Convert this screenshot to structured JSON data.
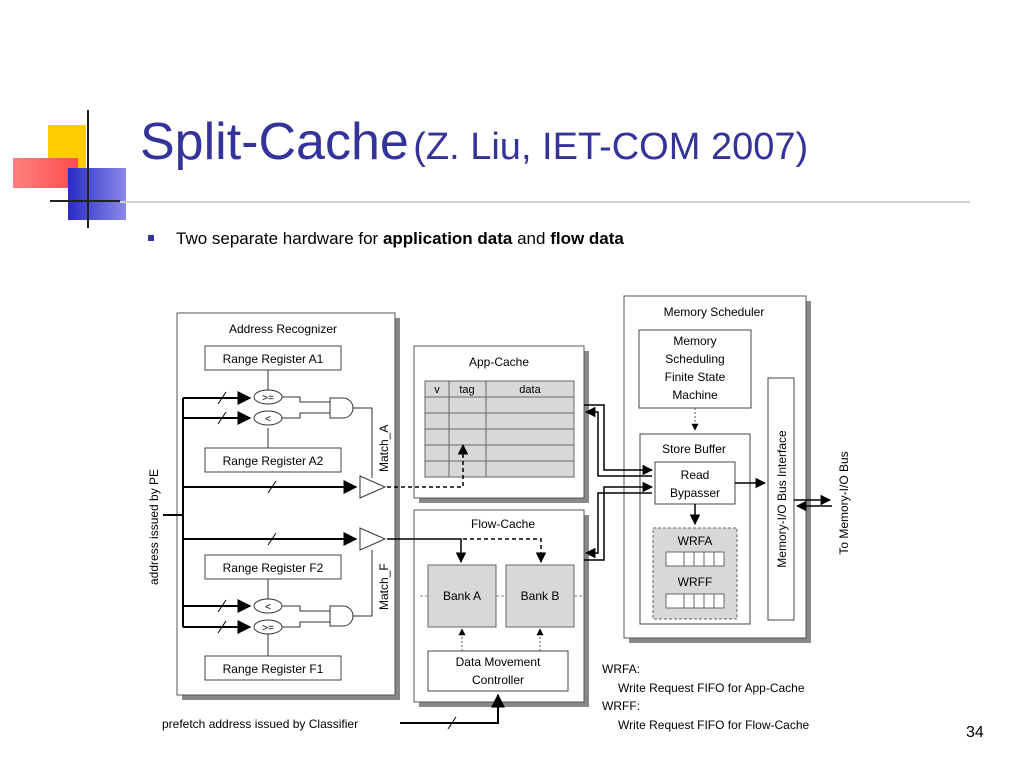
{
  "slide": {
    "title": "Split-Cache",
    "title_sub": "(Z. Liu, IET-COM 2007)",
    "bullet": {
      "prefix": "Two separate hardware for ",
      "bold1": "application data",
      "middle": " and ",
      "bold2": "flow data"
    },
    "page_number": "34"
  },
  "diagram": {
    "address_recognizer": "Address Recognizer",
    "range_a1": "Range Register A1",
    "range_a2": "Range Register A2",
    "range_f2": "Range Register F2",
    "range_f1": "Range Register F1",
    "cmp_ge": ">=",
    "cmp_lt": "<",
    "match_a": "Match_A",
    "match_f": "Match_F",
    "address_pe": "address issued by PE",
    "app_cache": "App-Cache",
    "col_v": "v",
    "col_tag": "tag",
    "col_data": "data",
    "flow_cache": "Flow-Cache",
    "bank_a": "Bank A",
    "bank_b": "Bank B",
    "dmc_line1": "Data Movement",
    "dmc_line2": "Controller",
    "memory_scheduler": "Memory Scheduler",
    "msfsm": [
      "Memory",
      "Scheduling",
      "Finite State",
      "Machine"
    ],
    "store_buffer": "Store Buffer",
    "read_bypasser": [
      "Read",
      "Bypasser"
    ],
    "wrfa": "WRFA",
    "wrff": "WRFF",
    "bus_interface": "Memory-I/O Bus Interface",
    "to_bus": "To Memory-I/O Bus",
    "prefetch": "prefetch address issued by Classifier",
    "legend_wrfa": "WRFA:",
    "legend_wrfa_desc": "Write Request FIFO for App-Cache",
    "legend_wrff": "WRFF:",
    "legend_wrff_desc": "Write Request FIFO for Flow-Cache"
  },
  "colors": {
    "title": "#333399",
    "deco_yellow": "#ffcc00",
    "deco_red": "#ff6666",
    "deco_blue": "#3333cc",
    "box_gray": "#d8d8d8"
  }
}
